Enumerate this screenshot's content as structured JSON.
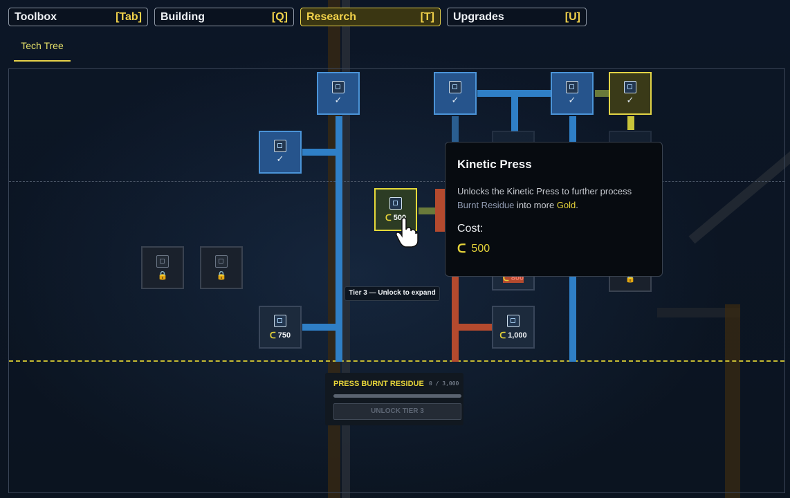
{
  "tabs": [
    {
      "label": "Toolbox",
      "key": "[Tab]"
    },
    {
      "label": "Building",
      "key": "[Q]"
    },
    {
      "label": "Research",
      "key": "[T]"
    },
    {
      "label": "Upgrades",
      "key": "[U]"
    }
  ],
  "subtab": {
    "label": "Tech Tree"
  },
  "nodes": {
    "camera": {
      "icon": "camera-icon",
      "mark": "✓"
    },
    "screen": {
      "icon": "screen-icon",
      "mark": "✓"
    },
    "panel": {
      "icon": "panel-icon",
      "mark": "✓"
    },
    "gallery": {
      "icon": "gallery-icon",
      "mark": "✓"
    },
    "chip": {
      "icon": "chip-icon",
      "mark": "✓"
    },
    "kinetic_press": {
      "icon": "press-icon",
      "cost": "500"
    },
    "locked_a": {
      "icon": "projector-icon",
      "mark": "🔒"
    },
    "locked_b": {
      "icon": "module-icon",
      "mark": "🔒"
    },
    "core": {
      "icon": "core-icon",
      "cost": "750"
    },
    "crusher": {
      "icon": "crusher-icon",
      "cost": "1,000"
    },
    "red_node": {
      "cost": "800"
    }
  },
  "tier3": {
    "label": "Tier 3 — Unlock to expand",
    "requirement": "PRESS BURNT RESIDUE",
    "progress": "0 / 3,000",
    "progress_fraction": 0,
    "button": "UNLOCK TIER 3"
  },
  "tooltip": {
    "title": "Kinetic Press",
    "desc_1": "Unlocks the Kinetic Press to further process ",
    "desc_res": "Burnt Residue",
    "desc_2": " into more ",
    "desc_gold": "Gold",
    "desc_3": ".",
    "cost_label": "Cost:",
    "cost": "500"
  },
  "colors": {
    "accent": "#e6d43a",
    "tech_blue": "#2f7fc6",
    "tech_red": "#b44a2e"
  }
}
